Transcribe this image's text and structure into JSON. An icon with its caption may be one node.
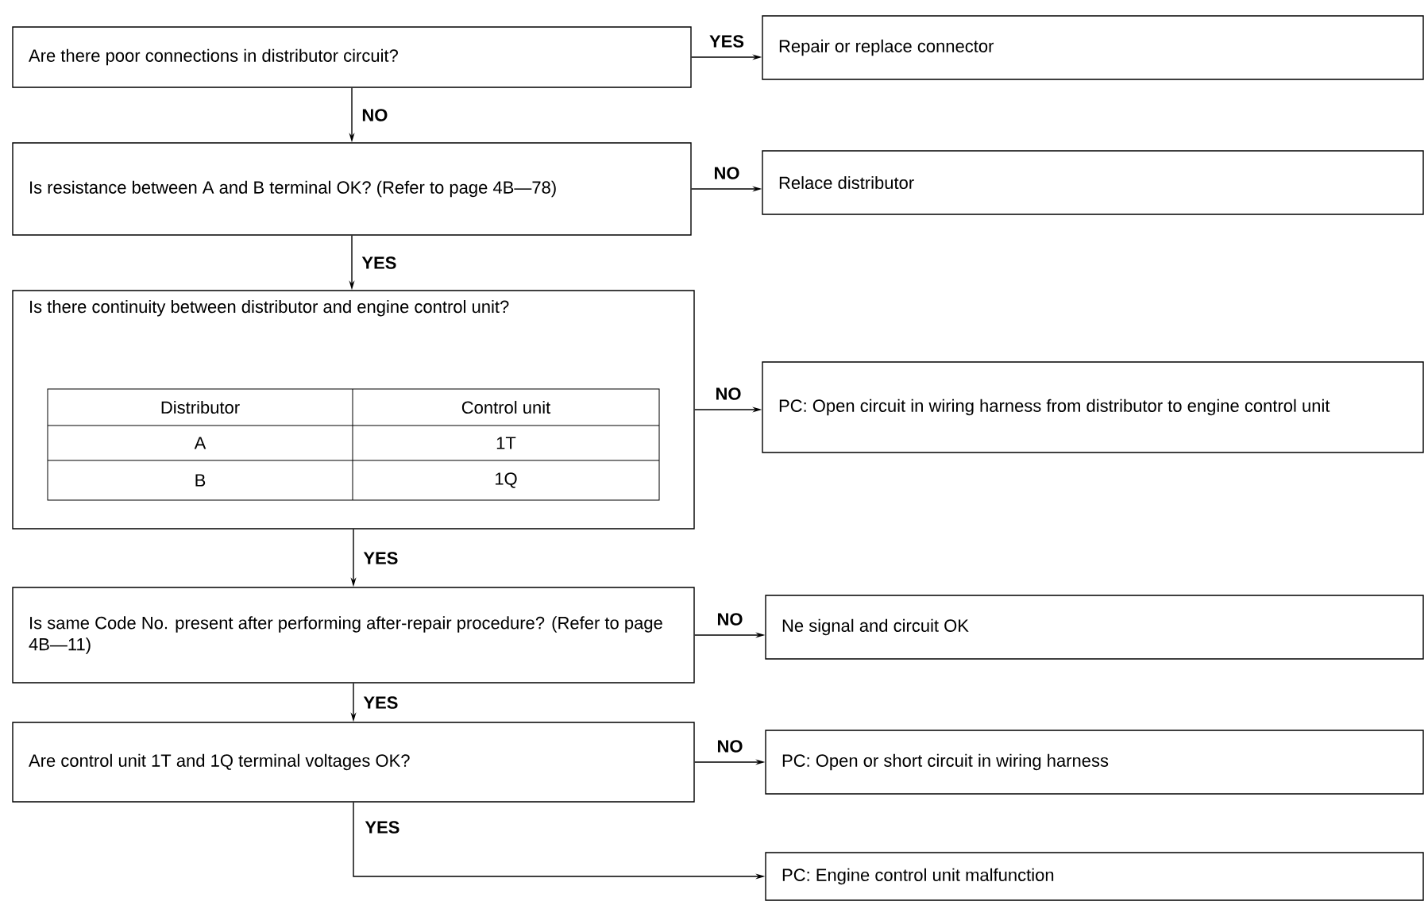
{
  "diagram": {
    "nodes": [
      {
        "text": [
          "Are there poor connections in distributor circuit?"
        ]
      },
      {
        "text": [
          "Repair or replace connector"
        ]
      },
      {
        "text": [
          "Is resistance between A and B terminal OK? (Refer to page 4B—78)"
        ]
      },
      {
        "text": [
          "Relace distributor"
        ]
      },
      {
        "text": [
          "Is there continuity between distributor and engine control unit?"
        ]
      },
      {
        "text": [
          "PC: Open circuit in wiring harness from distributor to engine control unit"
        ]
      },
      {
        "text": [
          "Is same Code No. present after performing after-repair procedure? (Refer to page 4B—11)"
        ]
      },
      {
        "text": [
          "Ne signal and circuit OK"
        ]
      },
      {
        "text": [
          "Are control unit 1T and 1Q terminal voltages OK?"
        ]
      },
      {
        "text": [
          "PC: Open or short circuit in wiring harness"
        ]
      },
      {
        "text": [
          "PC: Engine control unit malfunction"
        ]
      }
    ],
    "edges": [
      {
        "from": 0,
        "to": 1,
        "arrow": "to",
        "label": "YES"
      },
      {
        "from": 0,
        "to": 2,
        "arrow": "to",
        "label": "NO"
      },
      {
        "from": 2,
        "to": 3,
        "arrow": "to",
        "label": "NO"
      },
      {
        "from": 2,
        "to": 4,
        "arrow": "to",
        "label": "YES"
      },
      {
        "from": 4,
        "to": 5,
        "arrow": "to",
        "label": "NO"
      },
      {
        "from": 4,
        "to": 6,
        "arrow": "to",
        "label": "YES"
      },
      {
        "from": 6,
        "to": 7,
        "arrow": "to",
        "label": "NO"
      },
      {
        "from": 6,
        "to": 8,
        "arrow": "to",
        "label": "YES"
      },
      {
        "from": 8,
        "to": 9,
        "arrow": "to",
        "label": "NO"
      },
      {
        "from": 8,
        "to": 10,
        "arrow": "to",
        "label": "YES"
      }
    ],
    "labels": [
      "Distributor",
      "Control unit",
      "A",
      "1T",
      "B",
      "1Q"
    ]
  }
}
